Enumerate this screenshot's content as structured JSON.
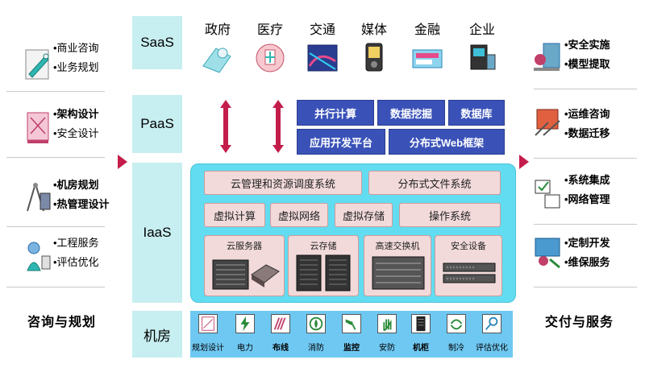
{
  "left": {
    "groups": [
      {
        "items": [
          {
            "label": "•商业咨询",
            "bold": false
          },
          {
            "label": "•业务规划",
            "bold": false
          }
        ]
      },
      {
        "items": [
          {
            "label": "•架构设计",
            "bold": true
          },
          {
            "label": "•安全设计",
            "bold": false
          }
        ]
      },
      {
        "items": [
          {
            "label": "•机房规划",
            "bold": true
          },
          {
            "label": "•热管理设计",
            "bold": true
          }
        ]
      },
      {
        "items": [
          {
            "label": "•工程服务",
            "bold": false
          },
          {
            "label": "•评估优化",
            "bold": false
          }
        ]
      }
    ],
    "title": "咨询与规划"
  },
  "right": {
    "groups": [
      {
        "items": [
          {
            "label": "•安全实施",
            "bold": true
          },
          {
            "label": "•模型提取",
            "bold": true
          }
        ]
      },
      {
        "items": [
          {
            "label": "•运维咨询",
            "bold": true
          },
          {
            "label": "•数据迁移",
            "bold": true
          }
        ]
      },
      {
        "items": [
          {
            "label": "•系统集成",
            "bold": true
          },
          {
            "label": "•网络管理",
            "bold": true
          }
        ]
      },
      {
        "items": [
          {
            "label": "•定制开发",
            "bold": true
          },
          {
            "label": "•维保服务",
            "bold": true
          }
        ]
      }
    ],
    "title": "交付与服务"
  },
  "layers": {
    "saas": "SaaS",
    "paas": "PaaS",
    "iaas": "IaaS",
    "room": "机房"
  },
  "saas_domains": [
    "政府",
    "医疗",
    "交通",
    "媒体",
    "金融",
    "企业"
  ],
  "paas_services": {
    "parallel": "并行计算",
    "mining": "数据挖掘",
    "database": "数据库",
    "appdev": "应用开发平台",
    "distfw": "分布式Web框架"
  },
  "iaas": {
    "cloud_mgmt": "云管理和资源调度系统",
    "dfs": "分布式文件系统",
    "vcompute": "虚拟计算",
    "vnet": "虚拟网络",
    "vstore": "虚拟存储",
    "os": "操作系统",
    "hw": {
      "server": "云服务器",
      "storage": "云存储",
      "switch": "高速交换机",
      "security": "安全设备"
    }
  },
  "room_items": [
    {
      "label": "规划设计",
      "bold": false
    },
    {
      "label": "电力",
      "bold": false
    },
    {
      "label": "布线",
      "bold": true
    },
    {
      "label": "消防",
      "bold": false
    },
    {
      "label": "监控",
      "bold": true
    },
    {
      "label": "安防",
      "bold": false
    },
    {
      "label": "机柜",
      "bold": true
    },
    {
      "label": "制冷",
      "bold": false
    },
    {
      "label": "评估优化",
      "bold": false
    }
  ],
  "colors": {
    "layer_bg": "#c7eef0",
    "paas_blue": "#3a52b8",
    "iaas_cyan": "#62dcf0",
    "room_blue": "#6fc8f2",
    "arrow_red": "#c41d4b",
    "box_pink": "#f2dada"
  }
}
